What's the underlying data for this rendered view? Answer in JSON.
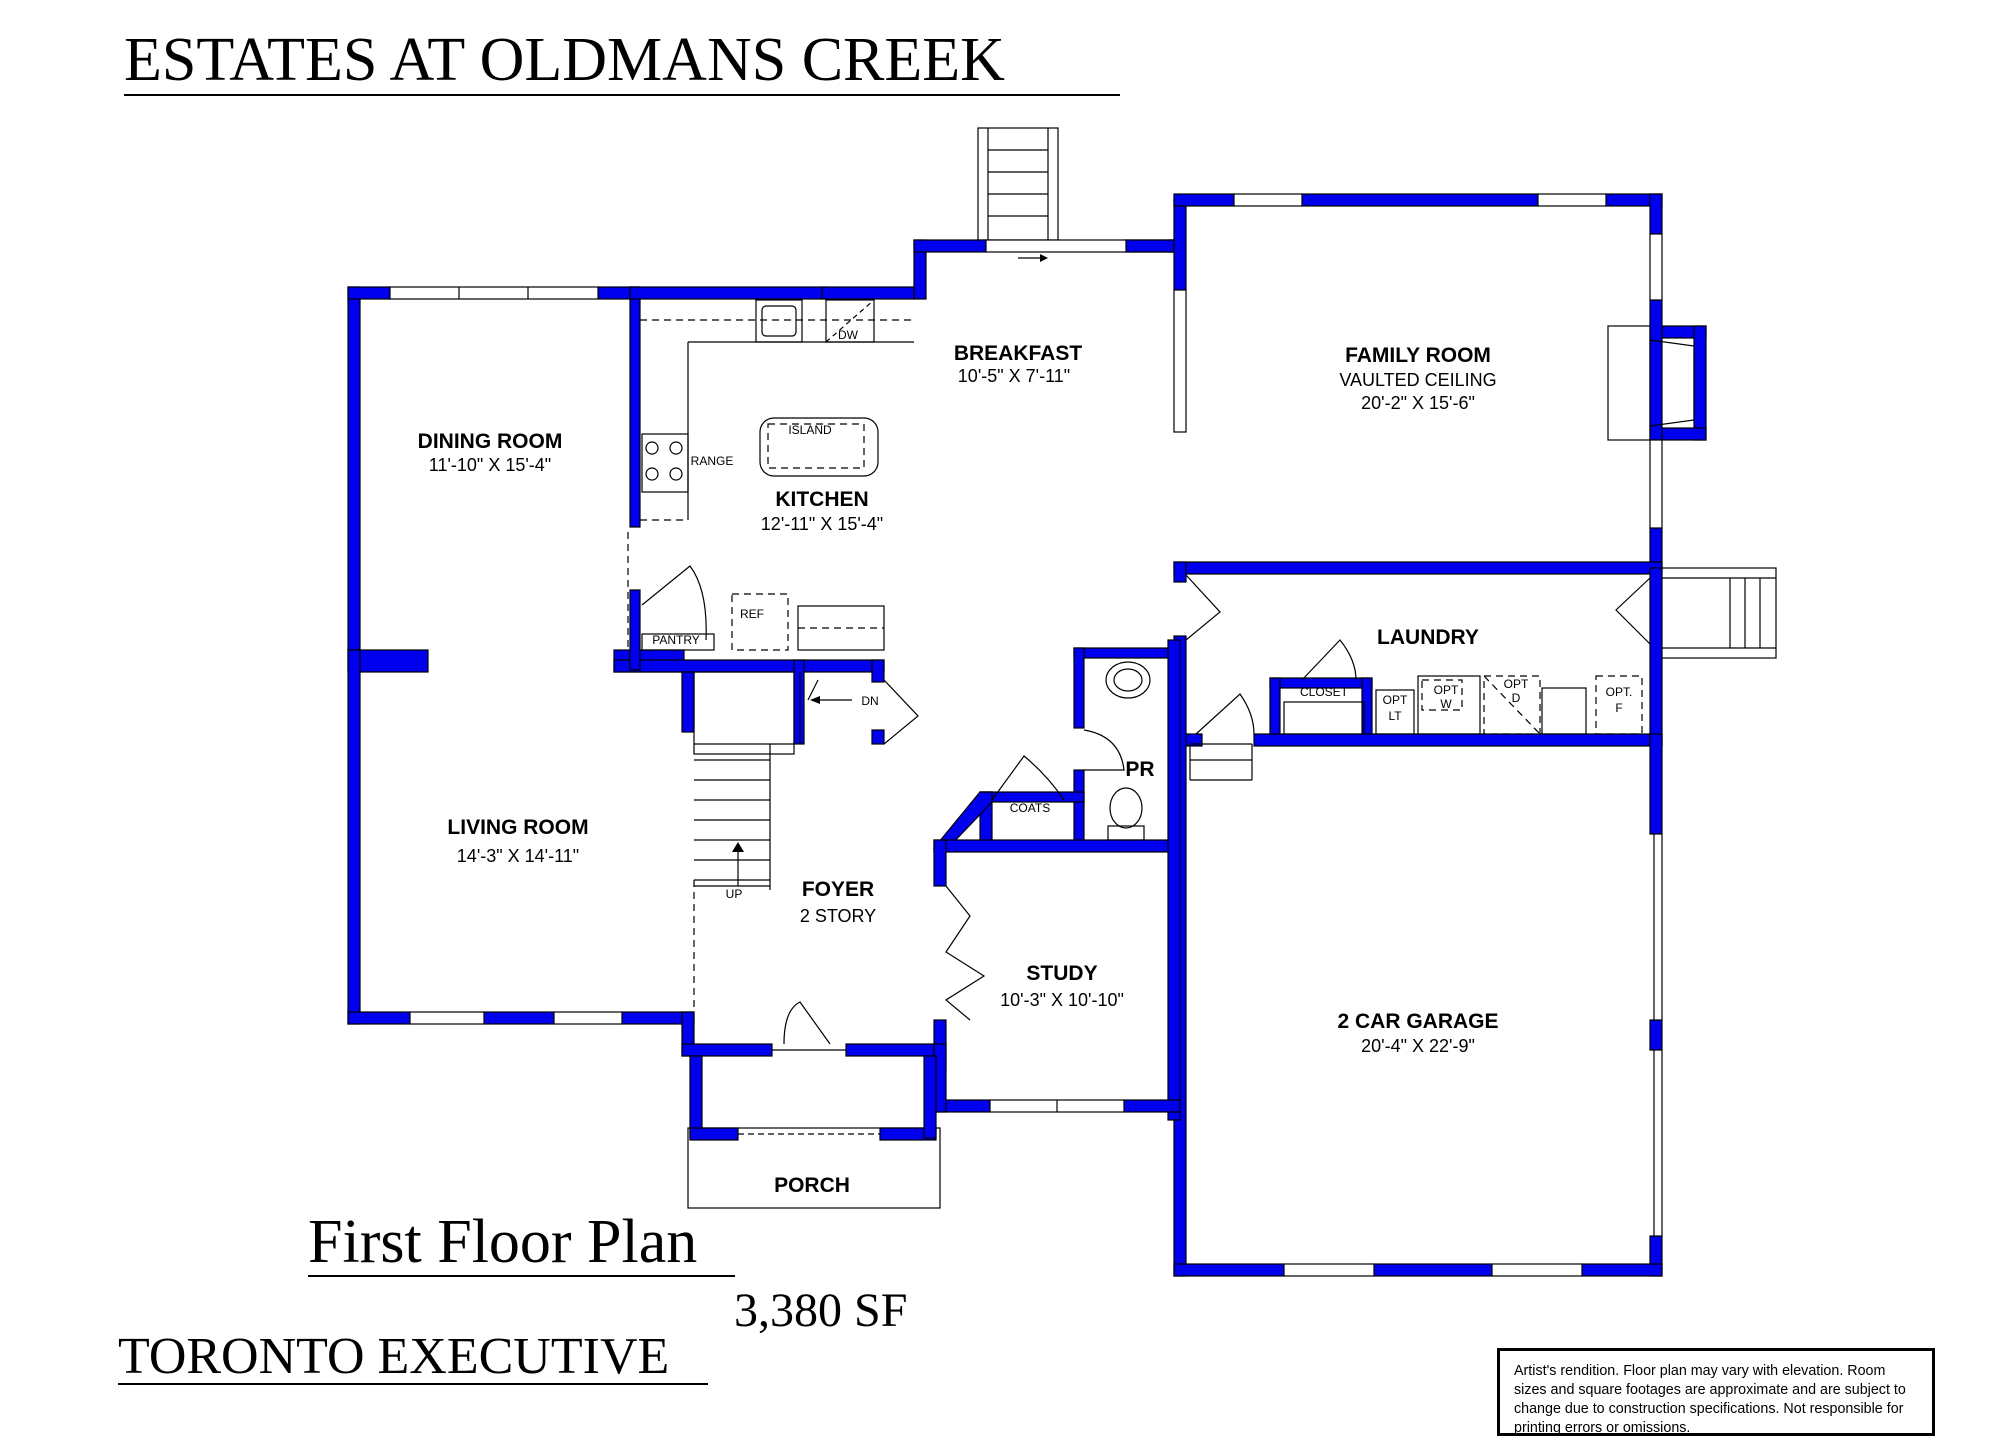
{
  "community_title": "ESTATES AT OLDMANS CREEK",
  "plan_title": "First Floor Plan",
  "square_footage": "3,380 SF",
  "model_name": "TORONTO  EXECUTIVE",
  "disclaimer": "Artist's rendition.  Floor plan may vary with elevation. Room sizes and square footages are approximate and are subject to change due to construction specifications. Not responsible for printing errors or omissions.",
  "rooms": {
    "breakfast": {
      "name": "BREAKFAST",
      "size": "10'-5\" X 7'-11\""
    },
    "family": {
      "name": "FAMILY ROOM",
      "note": "VAULTED CEILING",
      "size": "20'-2\" X 15'-6\""
    },
    "dining": {
      "name": "DINING ROOM",
      "size": "11'-10\" X 15'-4\""
    },
    "kitchen": {
      "name": "KITCHEN",
      "size": "12'-11\" X 15'-4\""
    },
    "laundry": {
      "name": "LAUNDRY"
    },
    "living": {
      "name": "LIVING ROOM",
      "size": "14'-3\" X 14'-11\""
    },
    "foyer": {
      "name": "FOYER",
      "note": "2 STORY"
    },
    "study": {
      "name": "STUDY",
      "size": "10'-3\" X 10'-10\""
    },
    "garage": {
      "name": "2 CAR GARAGE",
      "size": "20'-4\" X 22'-9\""
    },
    "powder": {
      "name": "PR"
    },
    "porch": {
      "name": "PORCH"
    }
  },
  "fixtures": {
    "island": "ISLAND",
    "dishwasher": "DW",
    "range": "RANGE",
    "pantry": "PANTRY",
    "refrigerator": "REF",
    "closet": "CLOSET",
    "coats": "COATS",
    "stairs_down": "DN",
    "stairs_up": "UP",
    "opt_lt_1": "OPT",
    "opt_lt_2": "LT",
    "opt_w_1": "OPT",
    "opt_w_2": "W",
    "opt_d_1": "OPT",
    "opt_d_2": "D",
    "opt_f_1": "OPT.",
    "opt_f_2": "F"
  },
  "colors": {
    "wall": "#0000ee",
    "line": "#000000",
    "background": "#ffffff"
  }
}
